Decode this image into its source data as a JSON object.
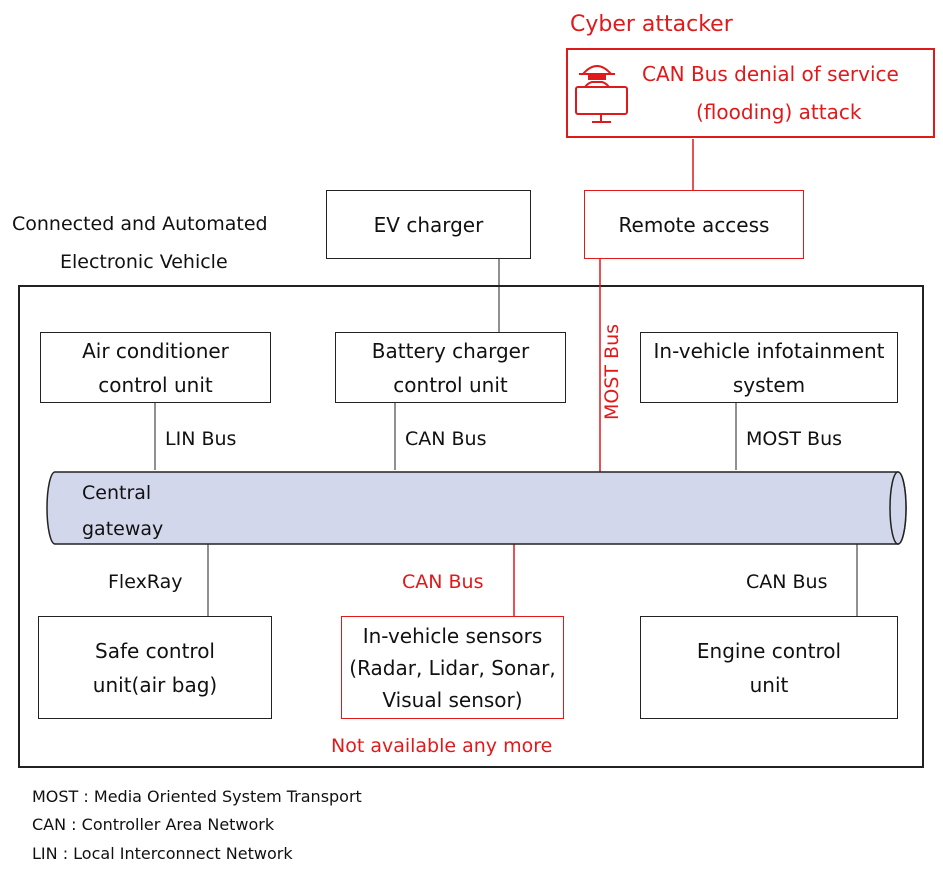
{
  "attacker": {
    "title": "Cyber attacker",
    "attack_line1": "CAN Bus denial of service",
    "attack_line2": "(flooding) attack",
    "icon": "hacker-computer-icon"
  },
  "vehicle_label": {
    "line1": "Connected and Automated",
    "line2": "Electronic Vehicle"
  },
  "external": {
    "ev_charger": "EV charger",
    "remote_access": "Remote access"
  },
  "units": {
    "air_conditioner": [
      "Air conditioner",
      "control unit"
    ],
    "battery_charger": [
      "Battery charger",
      "control unit"
    ],
    "infotainment": [
      "In-vehicle infotainment",
      "system"
    ],
    "safe_control": [
      "Safe control",
      "unit(air bag)"
    ],
    "sensors": [
      "In-vehicle sensors",
      "(Radar, Lidar, Sonar,",
      "Visual sensor)"
    ],
    "engine": [
      "Engine control",
      "unit"
    ]
  },
  "gateway": {
    "line1": "Central",
    "line2": "gateway"
  },
  "buses": {
    "lin": "LIN Bus",
    "can_battery": "CAN Bus",
    "most_infotainment": "MOST Bus",
    "most_vertical": "MOST Bus",
    "flexray": "FlexRay",
    "can_sensors": "CAN Bus",
    "can_engine": "CAN Bus"
  },
  "sensors_status": "Not available any more",
  "legend": [
    "MOST : Media Oriented System Transport",
    "CAN : Controller Area Network",
    "LIN : Local Interconnect Network"
  ],
  "colors": {
    "attack_red": "#e0191b",
    "gateway_fill": "#d2d7ec",
    "line": "#222222"
  }
}
